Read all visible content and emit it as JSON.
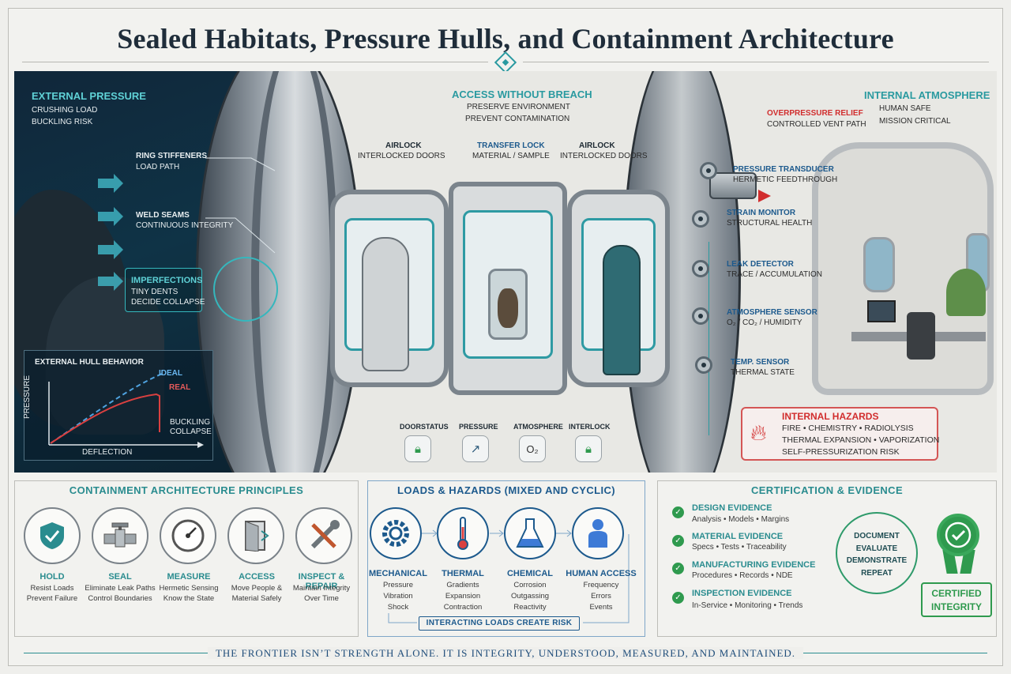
{
  "title": "Sealed Habitats, Pressure Hulls, and Containment Architecture",
  "external": {
    "heading": "EXTERNAL PRESSURE",
    "line1": "CRUSHING LOAD",
    "line2": "BUCKLING RISK",
    "ring_title": "RING STIFFENERS",
    "ring_sub": "LOAD PATH",
    "weld_title": "WELD SEAMS",
    "weld_sub": "CONTINUOUS INTEGRITY",
    "imperf_title": "IMPERFECTIONS",
    "imperf_line1": "TINY DENTS",
    "imperf_line2": "DECIDE COLLAPSE"
  },
  "graph": {
    "title": "EXTERNAL HULL BEHAVIOR",
    "ideal": "IDEAL",
    "real": "REAL",
    "buckling1": "BUCKLING",
    "buckling2": "COLLAPSE",
    "ylabel": "PRESSURE",
    "xlabel": "DEFLECTION"
  },
  "access": {
    "heading": "ACCESS WITHOUT BREACH",
    "line1": "PRESERVE ENVIRONMENT",
    "line2": "PREVENT CONTAMINATION",
    "airlock_left_title": "AIRLOCK",
    "airlock_left_sub": "INTERLOCKED DOORS",
    "transfer_title": "TRANSFER LOCK",
    "transfer_sub": "MATERIAL / SAMPLE",
    "airlock_right_title": "AIRLOCK",
    "airlock_right_sub": "INTERLOCKED DOORS"
  },
  "status": {
    "door": "DOORSTATUS",
    "pressure": "PRESSURE",
    "atmosphere": "ATMOSPHERE",
    "interlock": "INTERLOCK",
    "o2": "O₂"
  },
  "internal": {
    "heading": "INTERNAL ATMOSPHERE",
    "line1": "HUMAN SAFE",
    "line2": "MISSION CRITICAL",
    "relief_title": "OVERPRESSURE RELIEF",
    "relief_sub": "CONTROLLED VENT PATH"
  },
  "sensors": [
    {
      "title": "PRESSURE TRANSDUCER",
      "sub": "HERMETIC FEEDTHROUGH"
    },
    {
      "title": "STRAIN MONITOR",
      "sub": "STRUCTURAL HEALTH"
    },
    {
      "title": "LEAK DETECTOR",
      "sub": "TRACE / ACCUMULATION"
    },
    {
      "title": "ATMOSPHERE SENSOR",
      "sub": "O₂ / CO₂ / HUMIDITY"
    },
    {
      "title": "TEMP. SENSOR",
      "sub": "THERMAL STATE"
    }
  ],
  "hazards": {
    "title": "INTERNAL HAZARDS",
    "line1": "FIRE • CHEMISTRY • RADIOLYSIS",
    "line2": "THERMAL EXPANSION • VAPORIZATION",
    "line3": "SELF-PRESSURIZATION RISK"
  },
  "principles": {
    "title": "CONTAINMENT ARCHITECTURE PRINCIPLES",
    "items": [
      {
        "label": "HOLD",
        "sub1": "Resist Loads",
        "sub2": "Prevent Failure"
      },
      {
        "label": "SEAL",
        "sub1": "Eliminate Leak Paths",
        "sub2": "Control Boundaries"
      },
      {
        "label": "MEASURE",
        "sub1": "Hermetic Sensing",
        "sub2": "Know the State"
      },
      {
        "label": "ACCESS",
        "sub1": "Move People &",
        "sub2": "Material Safely"
      },
      {
        "label": "INSPECT & REPAIR",
        "sub1": "Maintain Integrity",
        "sub2": "Over Time"
      }
    ]
  },
  "loads": {
    "title": "LOADS & HAZARDS (MIXED AND CYCLIC)",
    "items": [
      {
        "label": "MECHANICAL",
        "l1": "Pressure",
        "l2": "Vibration",
        "l3": "Shock"
      },
      {
        "label": "THERMAL",
        "l1": "Gradients",
        "l2": "Expansion",
        "l3": "Contraction"
      },
      {
        "label": "CHEMICAL",
        "l1": "Corrosion",
        "l2": "Outgassing",
        "l3": "Reactivity"
      },
      {
        "label": "HUMAN ACCESS",
        "l1": "Frequency",
        "l2": "Errors",
        "l3": "Events"
      }
    ],
    "footer": "INTERACTING LOADS CREATE RISK"
  },
  "certification": {
    "title": "CERTIFICATION & EVIDENCE",
    "items": [
      {
        "title": "DESIGN EVIDENCE",
        "sub": "Analysis • Models • Margins"
      },
      {
        "title": "MATERIAL EVIDENCE",
        "sub": "Specs • Tests • Traceability"
      },
      {
        "title": "MANUFACTURING EVIDENCE",
        "sub": "Procedures • Records • NDE"
      },
      {
        "title": "INSPECTION EVIDENCE",
        "sub": "In-Service • Monitoring • Trends"
      }
    ],
    "cycle": [
      "DOCUMENT",
      "EVALUATE",
      "DEMONSTRATE",
      "REPEAT"
    ],
    "badge1": "CERTIFIED",
    "badge2": "INTEGRITY"
  },
  "footer": "THE FRONTIER ISN’T STRENGTH ALONE. IT IS INTEGRITY, UNDERSTOOD, MEASURED, AND MAINTAINED.",
  "colors": {
    "teal": "#2a9aa0",
    "red": "#d12d2d",
    "green": "#2f9a4e",
    "blue": "#1d5a8d"
  }
}
